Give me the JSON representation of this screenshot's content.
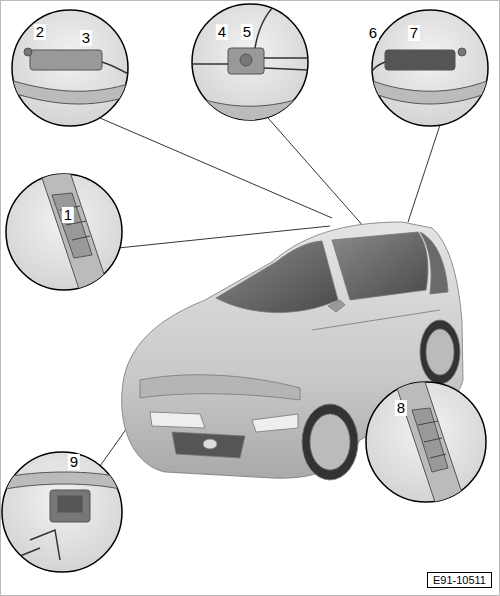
{
  "diagram": {
    "nodes": [
      {
        "text": [
          "E91-10511"
        ]
      }
    ],
    "labels": [
      "2",
      "3",
      "4",
      "5",
      "6",
      "7",
      "1",
      "8",
      "9"
    ]
  }
}
